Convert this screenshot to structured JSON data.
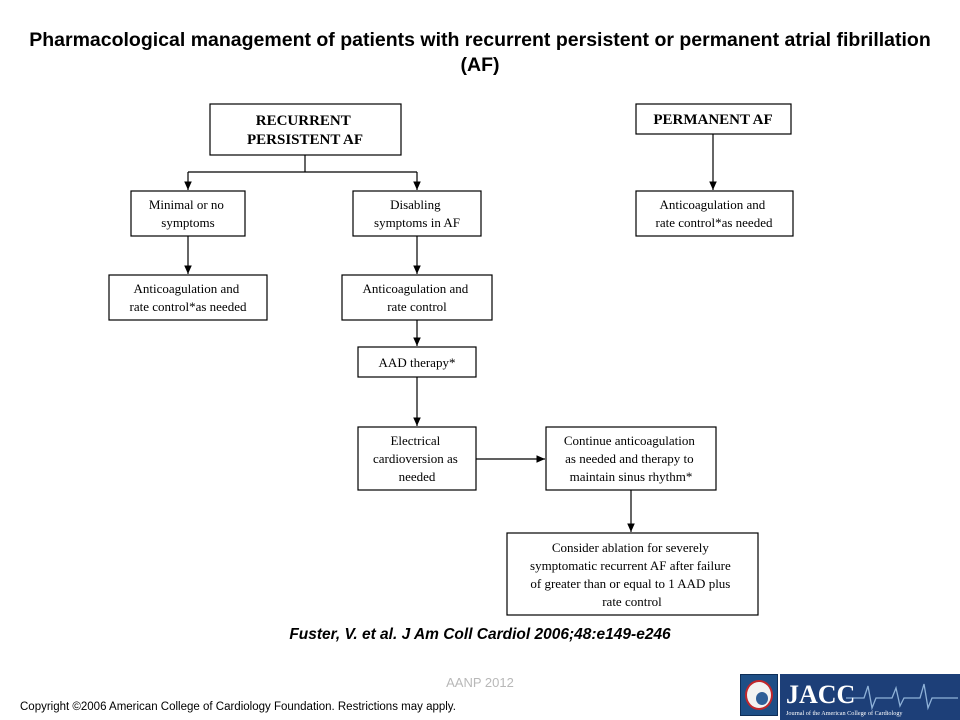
{
  "title": "Pharmacological management of patients with recurrent persistent or permanent atrial fibrillation (AF)",
  "nodes": {
    "recurrent": [
      "RECURRENT",
      "PERSISTENT AF"
    ],
    "permanent": [
      "PERMANENT AF"
    ],
    "minimal": [
      "Minimal or no",
      "symptoms"
    ],
    "disabling": [
      "Disabling",
      "symptoms in AF"
    ],
    "perm_anticoag": [
      "Anticoagulation and",
      "rate control*as needed"
    ],
    "min_anticoag": [
      "Anticoagulation and",
      "rate control*as needed"
    ],
    "dis_anticoag": [
      "Anticoagulation and",
      "rate control"
    ],
    "aad": [
      "AAD therapy*"
    ],
    "cardioversion": [
      "Electrical",
      "cardioversion as",
      "needed"
    ],
    "continue": [
      "Continue anticoagulation",
      "as needed and therapy to",
      "maintain sinus rhythm*"
    ],
    "ablation": [
      "Consider ablation for severely",
      "symptomatic recurrent AF after failure",
      "of  greater than or equal to 1 AAD plus",
      "rate control"
    ]
  },
  "citation": "Fuster, V. et al. J Am Coll Cardiol 2006;48:e149-e246",
  "footer_mark": "AANP 2012",
  "copyright": "Copyright ©2006 American College of Cardiology Foundation. Restrictions may apply.",
  "logo": {
    "jacc": "JACC",
    "journal_name": "Journal of the American College of Cardiology"
  },
  "colors": {
    "logo_blue": "#1d3f78",
    "seal_red": "#c1262b"
  }
}
